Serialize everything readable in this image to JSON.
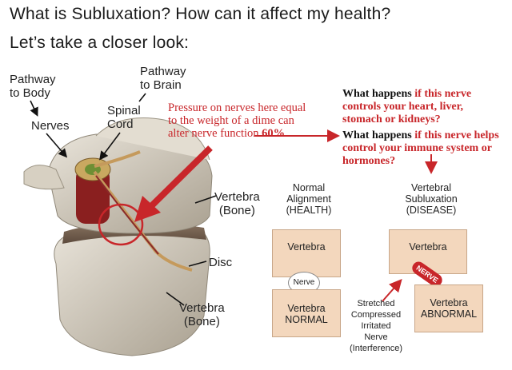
{
  "title_line1": "What is Subluxation? How can it affect my health?",
  "title_line2": "Let’s take a closer look:",
  "labels": {
    "pathway_body": [
      "Pathway",
      "to Body"
    ],
    "pathway_brain": [
      "Pathway",
      "to Brain"
    ],
    "nerves": "Nerves",
    "spinal_cord": [
      "Spinal",
      "Cord"
    ],
    "vertebra_top": [
      "Vertebra",
      "(Bone)"
    ],
    "disc": "Disc",
    "vertebra_bottom": [
      "Vertebra",
      "(Bone)"
    ]
  },
  "pressure_note": [
    "Pressure on nerves here equal",
    "to the weight of a dime can",
    "alter nerve function "
  ],
  "pressure_value": "60%",
  "questions": {
    "q1_lead": "What happens",
    "q1_rest": [
      "if this nerve",
      "controls your heart, liver,",
      "stomach or kidneys?"
    ],
    "q2_lead": "What happens",
    "q2_rest": [
      "if this nerve helps",
      "control your immune system or",
      "hormones?"
    ]
  },
  "normal": {
    "header": [
      "Normal",
      "Alignment",
      "(HEALTH)"
    ],
    "top_box": "Vertebra",
    "nerve": "Nerve",
    "bottom_box": [
      "Vertebra",
      "NORMAL"
    ]
  },
  "subluxation": {
    "header": [
      "Vertebral",
      "Subluxation",
      "(DISEASE)"
    ],
    "top_box": "Vertebra",
    "nerve": "NERVE",
    "bottom_box": [
      "Vertebra",
      "ABNORMAL"
    ]
  },
  "nerve_caption": [
    "Stretched",
    "Compressed",
    "Irritated",
    "Nerve",
    "(Interference)"
  ],
  "colors": {
    "accent_red": "#c8262a",
    "box_fill": "#f3d7bd",
    "bone": "#d9d2c4"
  }
}
